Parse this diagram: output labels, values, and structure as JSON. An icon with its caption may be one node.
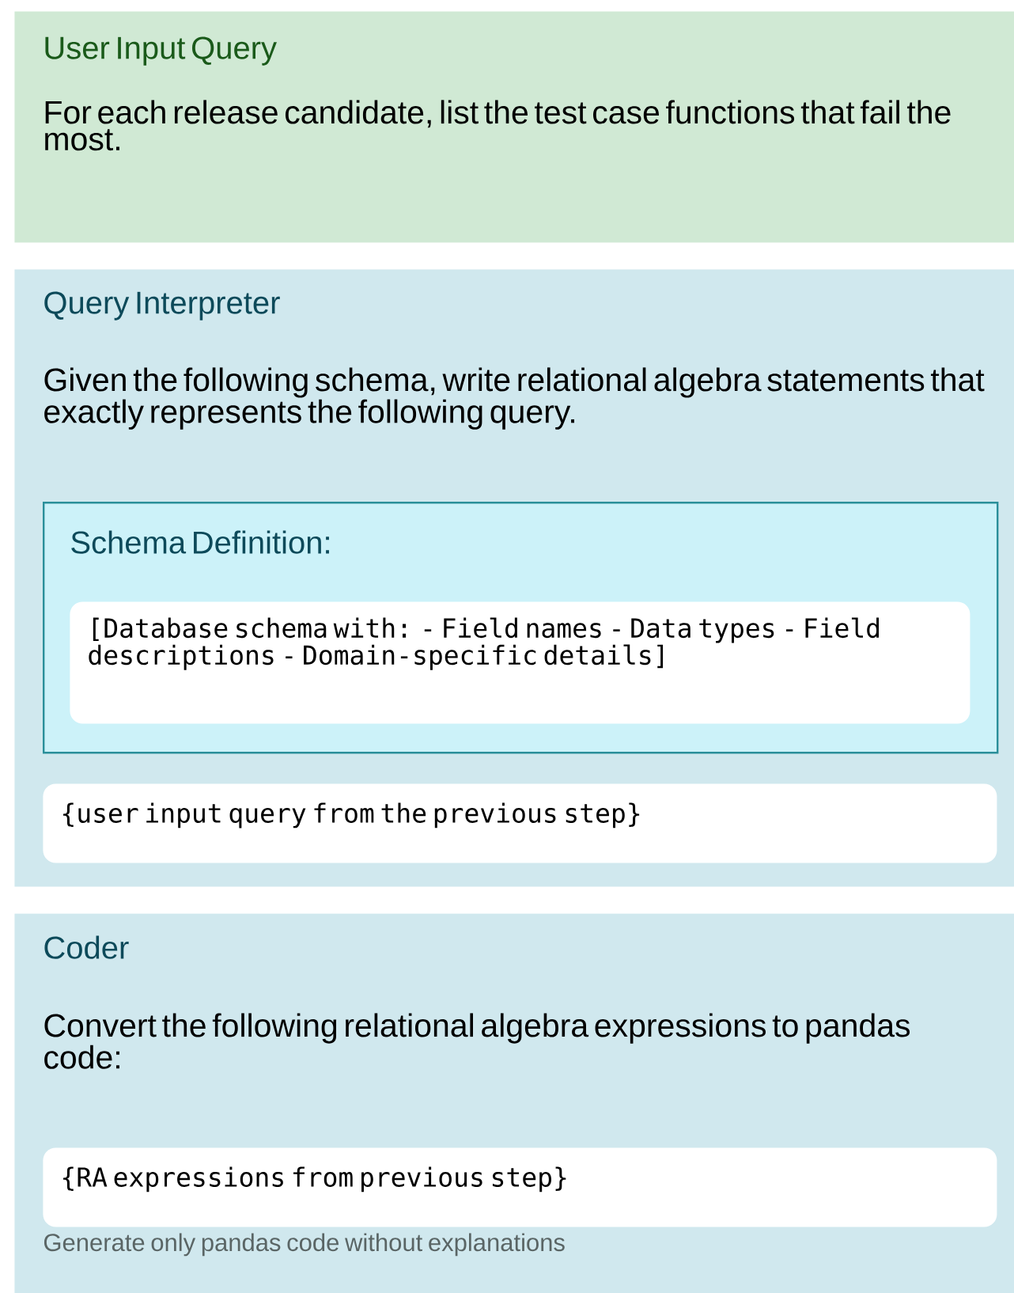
{
  "diagram": {
    "nodes": [
      {
        "text": [
          "User Input Query",
          "For each release candidate, list the test case functions that fail the most."
        ]
      },
      {
        "text": [
          "Query Interpreter",
          "Given the following schema, write relational algebra statements that exactly represents the following query."
        ]
      },
      {
        "text": [
          "Schema Definition:"
        ],
        "in": 1
      },
      {
        "text": [
          "[Database schema with: - Field names - Data types - Field descriptions - Domain-specific details]"
        ],
        "in": 2
      },
      {
        "text": [
          "{user input query from the previous step}"
        ],
        "in": 1
      },
      {
        "text": [
          "Coder",
          "Convert the following relational algebra expressions to pandas code:",
          "Generate only pandas code without explanations"
        ]
      },
      {
        "text": [
          "{RA expressions from previous step}"
        ],
        "in": 5
      }
    ]
  }
}
